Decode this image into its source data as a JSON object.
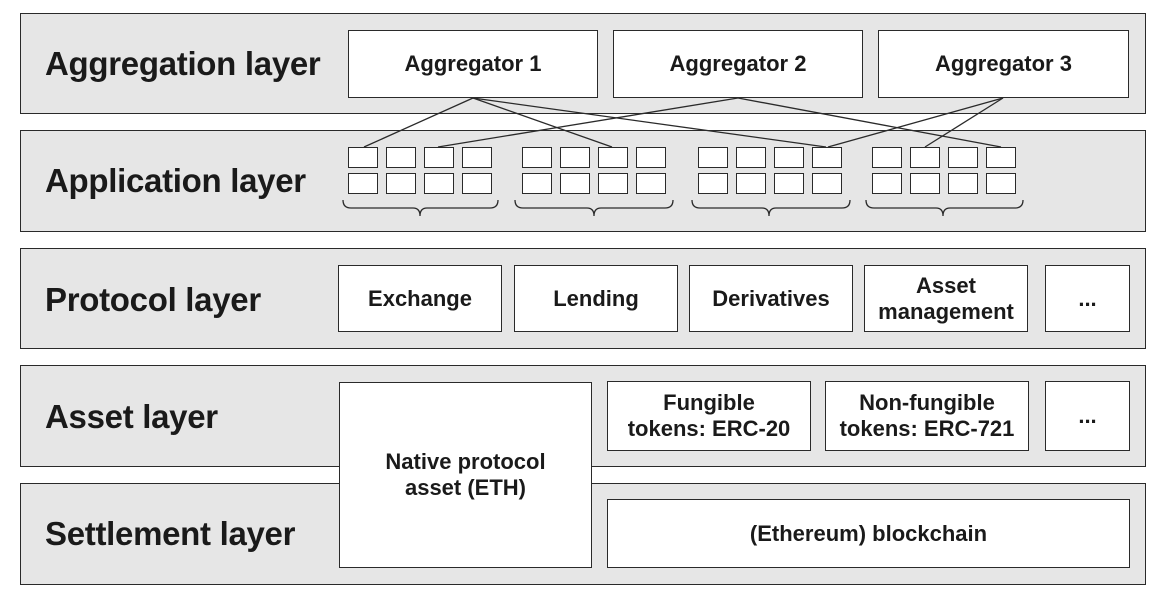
{
  "layers": {
    "aggregation": {
      "label": "Aggregation layer"
    },
    "application": {
      "label": "Application layer"
    },
    "protocol": {
      "label": "Protocol layer"
    },
    "asset": {
      "label": "Asset layer"
    },
    "settlement": {
      "label": "Settlement layer"
    }
  },
  "aggregators": [
    "Aggregator 1",
    "Aggregator 2",
    "Aggregator 3"
  ],
  "protocols": {
    "exchange": "Exchange",
    "lending": "Lending",
    "derivatives": "Derivatives",
    "asset_management_line1": "Asset",
    "asset_management_line2": "management",
    "more": "..."
  },
  "assets": {
    "native_line1": "Native protocol",
    "native_line2": "asset (ETH)",
    "fungible_line1": "Fungible",
    "fungible_line2": "tokens: ERC-20",
    "nonfungible_line1": "Non-fungible",
    "nonfungible_line2": "tokens: ERC-721",
    "more": "..."
  },
  "settlement": {
    "blockchain": "(Ethereum) blockchain"
  },
  "colors": {
    "layer_fill": "#e6e6e6",
    "box_fill": "#ffffff",
    "stroke": "#2a2a2a"
  }
}
